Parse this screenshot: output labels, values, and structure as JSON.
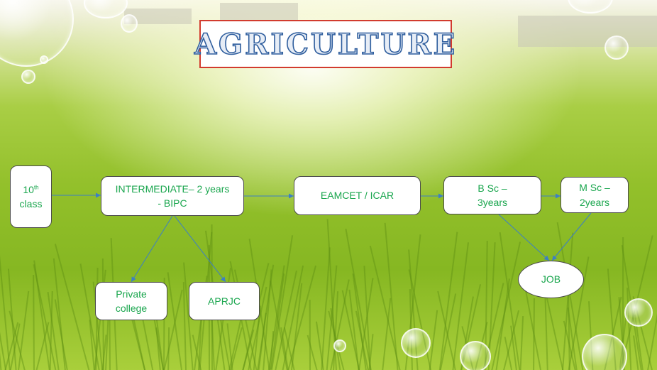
{
  "title": "AGRICULTURE",
  "nodes": {
    "tenth_class": {
      "text": "10th class"
    },
    "intermediate": {
      "line1": "INTERMEDIATE– 2 years",
      "line2": "- BIPC"
    },
    "eamcet": {
      "text": "EAMCET / ICAR"
    },
    "bsc": {
      "line1": "B Sc –",
      "line2": "3years"
    },
    "msc": {
      "line1": "M Sc –",
      "line2": "2years"
    },
    "job": {
      "text": "JOB"
    },
    "private_college": {
      "line1": "Private",
      "line2": "college"
    },
    "aprjc": {
      "text": "APRJC"
    }
  },
  "tenth_parts": {
    "num": "10",
    "sup": "th",
    "word": "class"
  },
  "colors": {
    "node_text": "#1aa64e",
    "arrow": "#3d7fc4",
    "title_border": "#d23b2e",
    "title_outline": "#2f5e9e"
  }
}
